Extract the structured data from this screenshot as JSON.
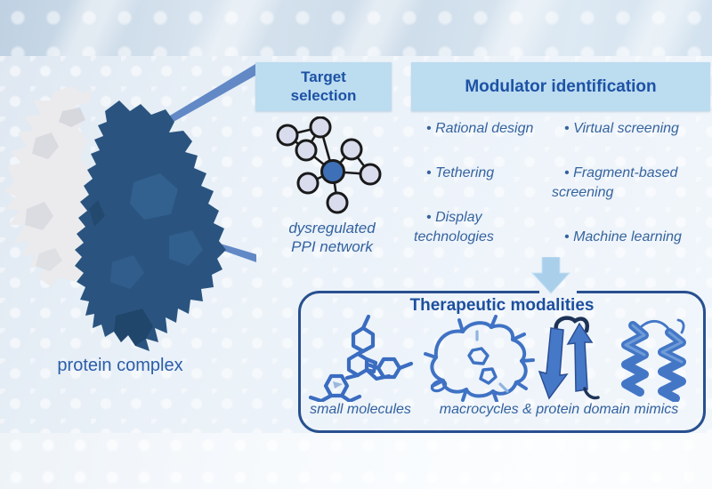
{
  "figure": {
    "protein": {
      "label": "protein complex",
      "icon": "protein-complex-surface-icon",
      "colors": {
        "partner_light": "#ededef",
        "partner_dark": "#2a547f"
      }
    },
    "target_panel": {
      "title": "Target\nselection",
      "caption": "dysregulated\nPPI network",
      "icon": "ppi-network-icon",
      "colors": {
        "header_bg": "#bcdcf0",
        "title_text": "#1d52a5",
        "hub_node": "#3e70b8",
        "node_fill": "#d9dcec"
      }
    },
    "modulator_panel": {
      "title": "Modulator identification",
      "bullet": "•",
      "items_left": [
        "Rational design",
        "Tethering",
        "Display\ntechnologies"
      ],
      "items_right": [
        "Virtual screening",
        "Fragment-based\nscreening",
        "Machine learning"
      ],
      "colors": {
        "header_bg": "#bcdcf0",
        "title_text": "#1d52a5",
        "item_text": "#35639f"
      }
    },
    "modalities_panel": {
      "title": "Therapeutic modalities",
      "label_small_molecules": "small molecules",
      "label_macro_mimics": "macrocycles & protein domain mimics",
      "icons": [
        "small-molecule-icon",
        "macrocycle-icon",
        "beta-hairpin-icon",
        "helix-bundle-icon",
        "down-arrow-icon"
      ],
      "colors": {
        "border": "#28508f",
        "structure_blue": "#3a6cc0",
        "arrow_fill": "#aacfeb"
      }
    }
  }
}
